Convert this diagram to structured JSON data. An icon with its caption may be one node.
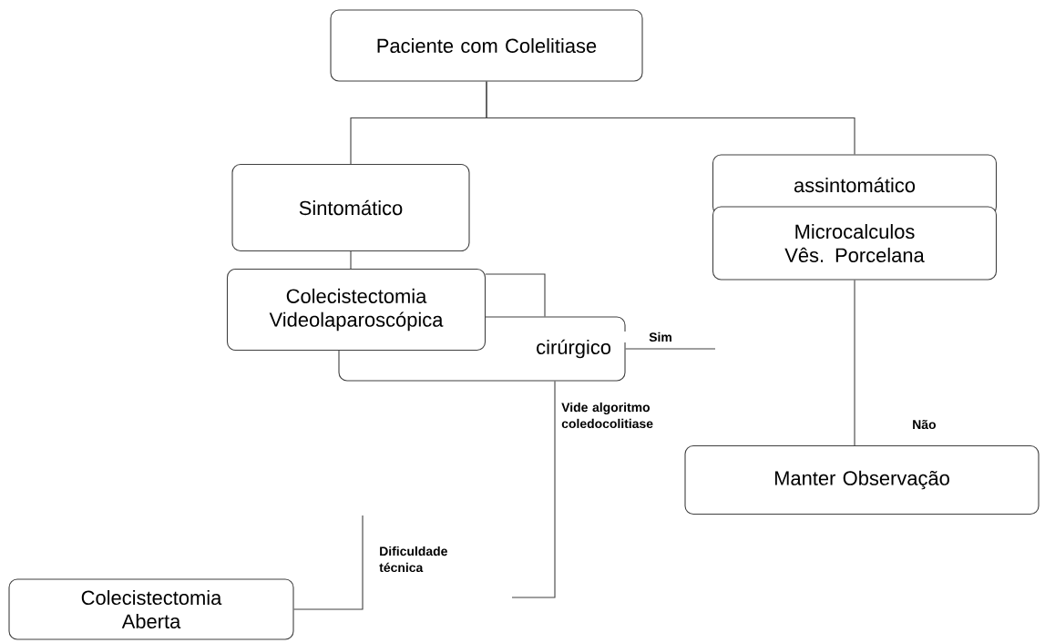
{
  "diagram": {
    "nodes": [
      {
        "text": [
          "Paciente com Colelitiase"
        ]
      },
      {
        "text": [
          "Sintomático"
        ]
      },
      {
        "text": [
          "assintomático"
        ]
      },
      {
        "text": [
          "Microcalculos Vês. Porcelana"
        ]
      },
      {
        "text": [
          "Colecistectomia Videolaparoscópica"
        ]
      },
      {
        "text": [
          "cirúrgico"
        ]
      },
      {
        "text": [
          "Manter Observação"
        ]
      },
      {
        "text": [
          "Colecistectomia Aberta"
        ]
      }
    ],
    "edges": [
      {
        "from": 0,
        "to": 1,
        "arrow": "none"
      },
      {
        "from": 0,
        "to": 2,
        "arrow": "none"
      },
      {
        "from": 1,
        "to": 4,
        "arrow": "none"
      },
      {
        "from": 4,
        "to": 5,
        "arrow": "none"
      },
      {
        "from": 5,
        "to": null,
        "arrow": "none",
        "label": "Sim"
      },
      {
        "from": 5,
        "to": null,
        "arrow": "none",
        "label": "Vide algoritmo coledocolitiase"
      },
      {
        "from": null,
        "to": 7,
        "arrow": "none",
        "label": "Dificuldade técnica"
      },
      {
        "from": 3,
        "to": 6,
        "arrow": "none",
        "label": "Não"
      }
    ]
  }
}
